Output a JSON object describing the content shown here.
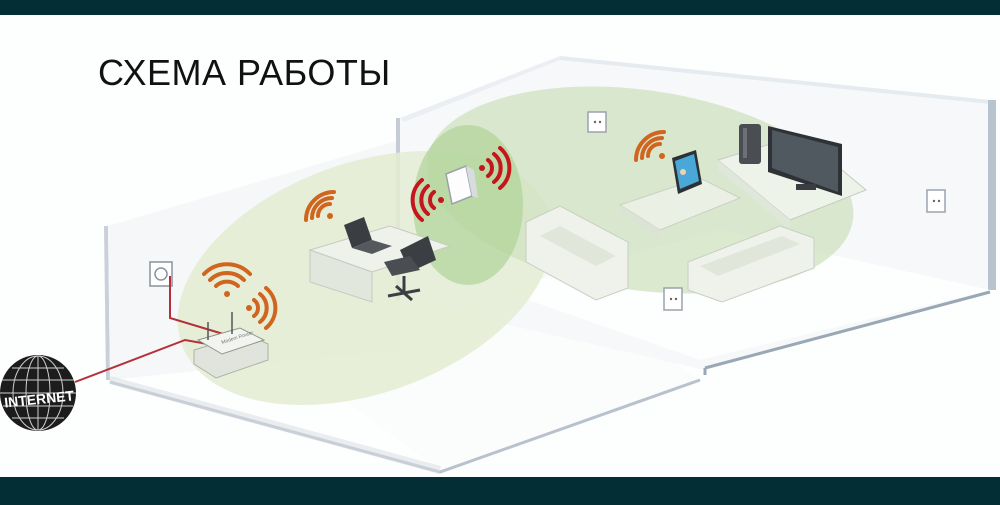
{
  "title": "СХЕМА РАБОТЫ",
  "colors": {
    "frame_bar": "#032e36",
    "coverage_router": "#e4ecd2",
    "coverage_repeater": "#c9dfb8",
    "repeater_core": "#9fcb86",
    "cable": "#b5303a",
    "wifi_router": "#d0651f",
    "wifi_repeater": "#c4161c"
  },
  "diagram": {
    "internet_label": "INTERNET",
    "router_label": "Modem Router",
    "rooms": [
      {
        "name": "room-left",
        "devices": [
          "wall-socket",
          "router",
          "laptop-desk",
          "office-chair"
        ]
      },
      {
        "name": "room-right",
        "devices": [
          "repeater",
          "tablet",
          "tv",
          "game-console",
          "sofas",
          "coffee-table",
          "wall-outlets"
        ]
      }
    ]
  }
}
